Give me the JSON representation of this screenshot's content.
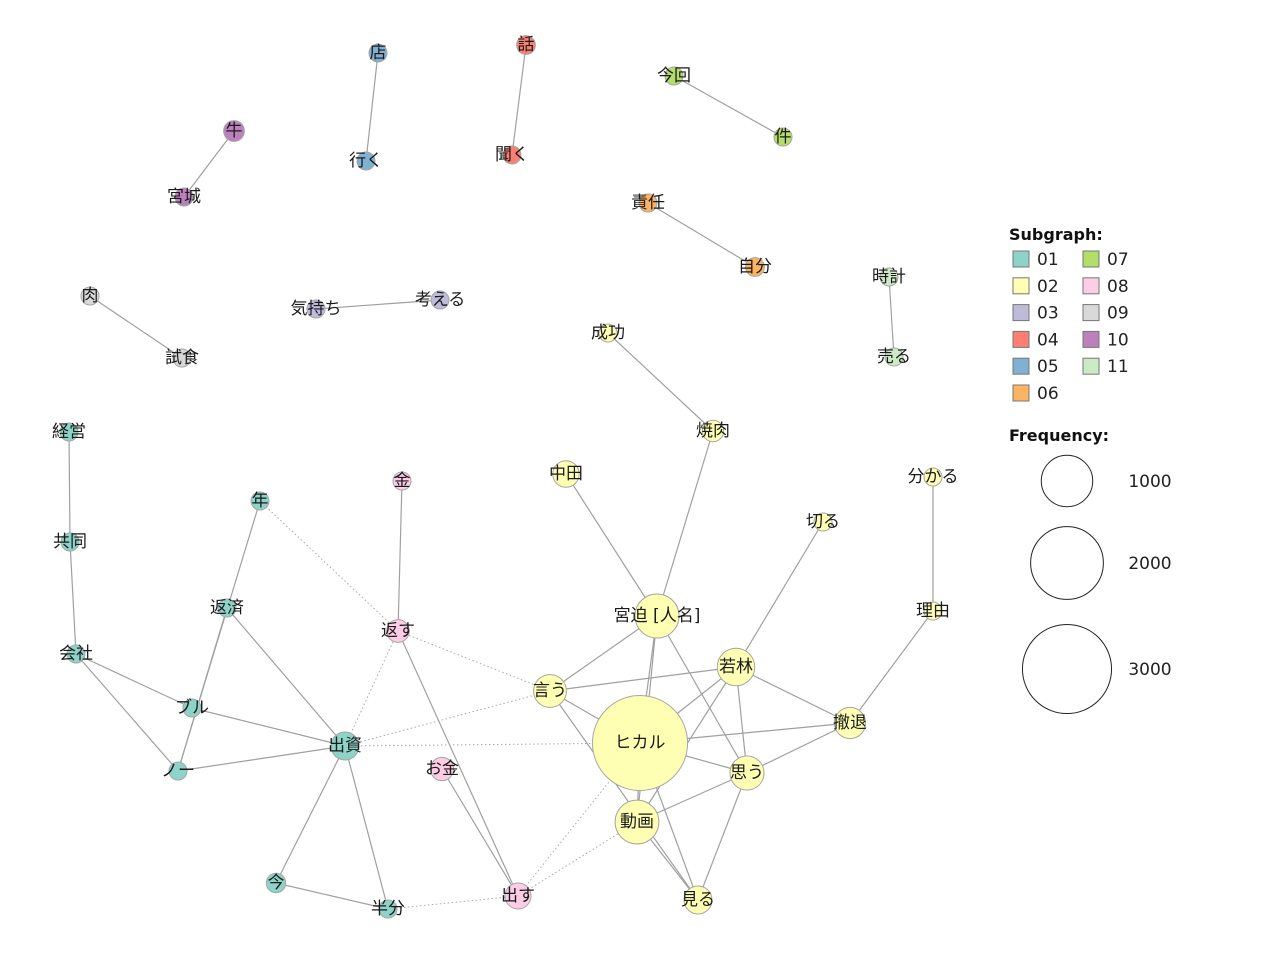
{
  "legend": {
    "subgraph_title": "Subgraph:",
    "frequency_title": "Frequency:",
    "subgraphs": [
      {
        "id": "01",
        "label": "01",
        "color": "#8dd3c7"
      },
      {
        "id": "02",
        "label": "02",
        "color": "#ffffb3"
      },
      {
        "id": "03",
        "label": "03",
        "color": "#bebada"
      },
      {
        "id": "04",
        "label": "04",
        "color": "#fb8072"
      },
      {
        "id": "05",
        "label": "05",
        "color": "#80b1d3"
      },
      {
        "id": "06",
        "label": "06",
        "color": "#fdb462"
      },
      {
        "id": "07",
        "label": "07",
        "color": "#b3de69"
      },
      {
        "id": "08",
        "label": "08",
        "color": "#fccde5"
      },
      {
        "id": "09",
        "label": "09",
        "color": "#d9d9d9"
      },
      {
        "id": "10",
        "label": "10",
        "color": "#bc80bd"
      },
      {
        "id": "11",
        "label": "11",
        "color": "#ccebc5"
      }
    ],
    "frequencies": [
      {
        "value": 1000,
        "label": "1000"
      },
      {
        "value": 2000,
        "label": "2000"
      },
      {
        "value": 3000,
        "label": "3000"
      }
    ]
  },
  "nodes": [
    {
      "id": "hikaru",
      "label": "ヒカル",
      "group": "02",
      "freq": 3350
    },
    {
      "id": "miyasako",
      "label": "宮迫 [人名]",
      "group": "02",
      "freq": 720
    },
    {
      "id": "wakabayashi",
      "label": "若林",
      "group": "02",
      "freq": 520
    },
    {
      "id": "iu",
      "label": "言う",
      "group": "02",
      "freq": 400
    },
    {
      "id": "douga",
      "label": "動画",
      "group": "02",
      "freq": 710
    },
    {
      "id": "omou",
      "label": "思う",
      "group": "02",
      "freq": 430
    },
    {
      "id": "tettai",
      "label": "撤退",
      "group": "02",
      "freq": 360
    },
    {
      "id": "miru",
      "label": "見る",
      "group": "02",
      "freq": 290
    },
    {
      "id": "nakata",
      "label": "中田",
      "group": "02",
      "freq": 260
    },
    {
      "id": "yakiniku",
      "label": "焼肉",
      "group": "02",
      "freq": 170
    },
    {
      "id": "seikou",
      "label": "成功",
      "group": "02",
      "freq": 120
    },
    {
      "id": "kiru",
      "label": "切る",
      "group": "02",
      "freq": 120
    },
    {
      "id": "wakaru",
      "label": "分かる",
      "group": "02",
      "freq": 120
    },
    {
      "id": "riyuu",
      "label": "理由",
      "group": "02",
      "freq": 120
    },
    {
      "id": "shusshi",
      "label": "出資",
      "group": "01",
      "freq": 290
    },
    {
      "id": "hensai",
      "label": "返済",
      "group": "01",
      "freq": 120
    },
    {
      "id": "buru",
      "label": "ブル",
      "group": "01",
      "freq": 120
    },
    {
      "id": "noo",
      "label": "ノー",
      "group": "01",
      "freq": 120
    },
    {
      "id": "kaisha",
      "label": "会社",
      "group": "01",
      "freq": 120
    },
    {
      "id": "kyoudou",
      "label": "共同",
      "group": "01",
      "freq": 100
    },
    {
      "id": "keiei",
      "label": "経営",
      "group": "01",
      "freq": 120
    },
    {
      "id": "toshi",
      "label": "年",
      "group": "01",
      "freq": 100
    },
    {
      "id": "ima",
      "label": "今",
      "group": "01",
      "freq": 140
    },
    {
      "id": "hanbun",
      "label": "半分",
      "group": "01",
      "freq": 120
    },
    {
      "id": "kaesu",
      "label": "返す",
      "group": "08",
      "freq": 190
    },
    {
      "id": "kane",
      "label": "金",
      "group": "08",
      "freq": 110
    },
    {
      "id": "okane",
      "label": "お金",
      "group": "08",
      "freq": 200
    },
    {
      "id": "dasu",
      "label": "出す",
      "group": "08",
      "freq": 250
    },
    {
      "id": "ushi",
      "label": "牛",
      "group": "10",
      "freq": 160
    },
    {
      "id": "miyagi",
      "label": "宮城",
      "group": "10",
      "freq": 100
    },
    {
      "id": "mise",
      "label": "店",
      "group": "05",
      "freq": 100
    },
    {
      "id": "iku",
      "label": "行く",
      "group": "05",
      "freq": 100
    },
    {
      "id": "hanashi",
      "label": "話",
      "group": "04",
      "freq": 130
    },
    {
      "id": "kiku",
      "label": "聞く",
      "group": "04",
      "freq": 100
    },
    {
      "id": "konkai",
      "label": "今回",
      "group": "07",
      "freq": 100
    },
    {
      "id": "ken",
      "label": "件",
      "group": "07",
      "freq": 100
    },
    {
      "id": "sekinin",
      "label": "責任",
      "group": "06",
      "freq": 100
    },
    {
      "id": "jibun",
      "label": "自分",
      "group": "06",
      "freq": 130
    },
    {
      "id": "tokei",
      "label": "時計",
      "group": "11",
      "freq": 100
    },
    {
      "id": "uru",
      "label": "売る",
      "group": "11",
      "freq": 100
    },
    {
      "id": "niku",
      "label": "肉",
      "group": "09",
      "freq": 90
    },
    {
      "id": "shishoku",
      "label": "試食",
      "group": "09",
      "freq": 100
    },
    {
      "id": "kimochi",
      "label": "気持ち",
      "group": "03",
      "freq": 100
    },
    {
      "id": "kangaeru",
      "label": "考える",
      "group": "03",
      "freq": 100
    }
  ],
  "edges": [
    {
      "source": "hikaru",
      "target": "miyasako",
      "style": "solid"
    },
    {
      "source": "hikaru",
      "target": "wakabayashi",
      "style": "solid"
    },
    {
      "source": "hikaru",
      "target": "iu",
      "style": "solid"
    },
    {
      "source": "hikaru",
      "target": "douga",
      "style": "solid"
    },
    {
      "source": "hikaru",
      "target": "omou",
      "style": "solid"
    },
    {
      "source": "hikaru",
      "target": "tettai",
      "style": "solid"
    },
    {
      "source": "hikaru",
      "target": "miru",
      "style": "solid"
    },
    {
      "source": "miyasako",
      "target": "nakata",
      "style": "solid"
    },
    {
      "source": "miyasako",
      "target": "yakiniku",
      "style": "solid"
    },
    {
      "source": "miyasako",
      "target": "iu",
      "style": "solid"
    },
    {
      "source": "miyasako",
      "target": "douga",
      "style": "solid"
    },
    {
      "source": "miyasako",
      "target": "omou",
      "style": "solid"
    },
    {
      "source": "wakabayashi",
      "target": "kiru",
      "style": "solid"
    },
    {
      "source": "wakabayashi",
      "target": "iu",
      "style": "solid"
    },
    {
      "source": "wakabayashi",
      "target": "douga",
      "style": "solid"
    },
    {
      "source": "wakabayashi",
      "target": "omou",
      "style": "solid"
    },
    {
      "source": "wakabayashi",
      "target": "tettai",
      "style": "solid"
    },
    {
      "source": "iu",
      "target": "miru",
      "style": "solid"
    },
    {
      "source": "douga",
      "target": "omou",
      "style": "solid"
    },
    {
      "source": "douga",
      "target": "miru",
      "style": "solid"
    },
    {
      "source": "omou",
      "target": "tettai",
      "style": "solid"
    },
    {
      "source": "omou",
      "target": "miru",
      "style": "solid"
    },
    {
      "source": "tettai",
      "target": "riyuu",
      "style": "solid"
    },
    {
      "source": "riyuu",
      "target": "wakaru",
      "style": "solid"
    },
    {
      "source": "yakiniku",
      "target": "seikou",
      "style": "solid"
    },
    {
      "source": "shusshi",
      "target": "hensai",
      "style": "solid"
    },
    {
      "source": "shusshi",
      "target": "buru",
      "style": "solid"
    },
    {
      "source": "shusshi",
      "target": "noo",
      "style": "solid"
    },
    {
      "source": "shusshi",
      "target": "ima",
      "style": "solid"
    },
    {
      "source": "shusshi",
      "target": "hanbun",
      "style": "solid"
    },
    {
      "source": "kaisha",
      "target": "buru",
      "style": "solid"
    },
    {
      "source": "kaisha",
      "target": "noo",
      "style": "solid"
    },
    {
      "source": "kaisha",
      "target": "kyoudou",
      "style": "solid"
    },
    {
      "source": "kyoudou",
      "target": "keiei",
      "style": "solid"
    },
    {
      "source": "hensai",
      "target": "noo",
      "style": "solid"
    },
    {
      "source": "toshi",
      "target": "noo",
      "style": "solid"
    },
    {
      "source": "ima",
      "target": "hanbun",
      "style": "solid"
    },
    {
      "source": "kaesu",
      "target": "kane",
      "style": "solid"
    },
    {
      "source": "kaesu",
      "target": "dasu",
      "style": "solid"
    },
    {
      "source": "okane",
      "target": "dasu",
      "style": "solid"
    },
    {
      "source": "ushi",
      "target": "miyagi",
      "style": "solid"
    },
    {
      "source": "mise",
      "target": "iku",
      "style": "solid"
    },
    {
      "source": "hanashi",
      "target": "kiku",
      "style": "solid"
    },
    {
      "source": "konkai",
      "target": "ken",
      "style": "solid"
    },
    {
      "source": "sekinin",
      "target": "jibun",
      "style": "solid"
    },
    {
      "source": "tokei",
      "target": "uru",
      "style": "solid"
    },
    {
      "source": "niku",
      "target": "shishoku",
      "style": "solid"
    },
    {
      "source": "kimochi",
      "target": "kangaeru",
      "style": "solid"
    },
    {
      "source": "toshi",
      "target": "kaesu",
      "style": "dotted"
    },
    {
      "source": "kaesu",
      "target": "iu",
      "style": "dotted"
    },
    {
      "source": "kaesu",
      "target": "shusshi",
      "style": "dotted"
    },
    {
      "source": "shusshi",
      "target": "iu",
      "style": "dotted"
    },
    {
      "source": "shusshi",
      "target": "hikaru",
      "style": "dotted"
    },
    {
      "source": "hanbun",
      "target": "dasu",
      "style": "dotted"
    },
    {
      "source": "dasu",
      "target": "douga",
      "style": "dotted"
    },
    {
      "source": "dasu",
      "target": "hikaru",
      "style": "dotted"
    }
  ]
}
